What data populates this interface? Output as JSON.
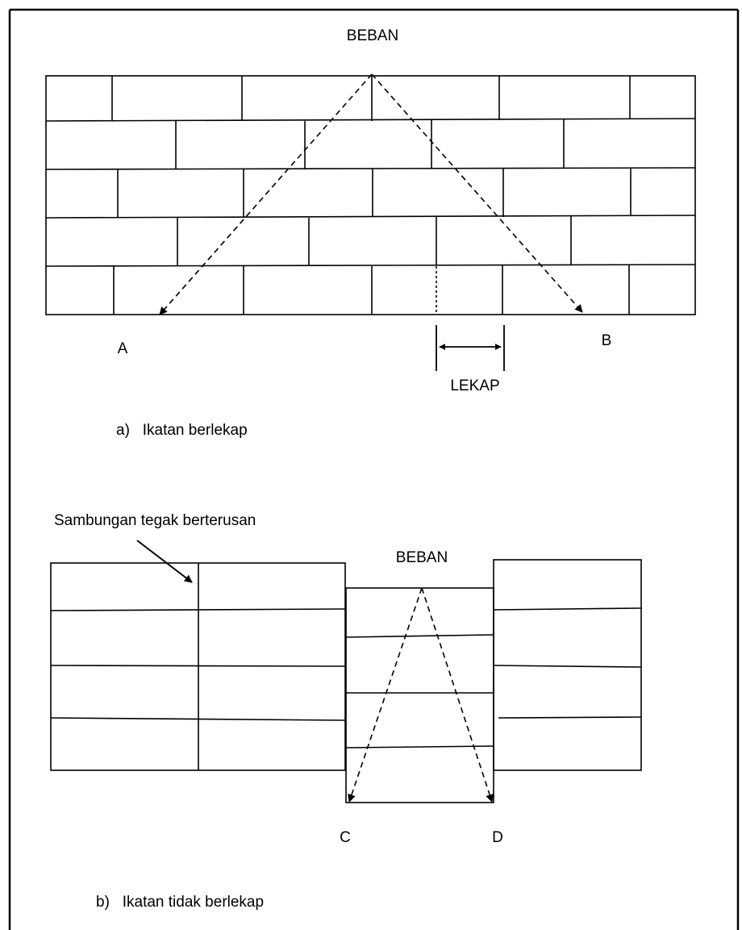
{
  "diagram_a": {
    "load_label": "BEBAN",
    "point_left": "A",
    "point_right": "B",
    "overlap_label": "LEKAP",
    "caption": "a)   Ikatan berlekap"
  },
  "diagram_b": {
    "callout_label": "Sambungan tegak berterusan",
    "load_label": "BEBAN",
    "point_left": "C",
    "point_right": "D",
    "caption": "b)   Ikatan tidak berlekap"
  },
  "colors": {
    "line": "#000000",
    "background": "#ffffff"
  }
}
